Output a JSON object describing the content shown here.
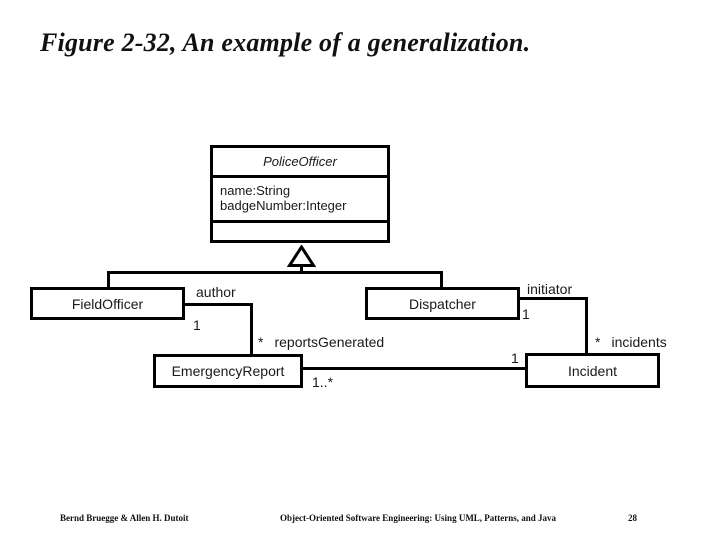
{
  "slide": {
    "title": "Figure 2-32, An example of a generalization.",
    "footer": {
      "authors": "Bernd Bruegge & Allen H. Dutoit",
      "book_title": "Object-Oriented Software Engineering: Using UML, Patterns, and Java",
      "page_number": "28"
    }
  },
  "diagram": {
    "type": "uml-class-diagram",
    "classes": {
      "police_officer": {
        "name": "PoliceOfficer",
        "attributes": [
          "name:String",
          "badgeNumber:Integer"
        ]
      },
      "field_officer": {
        "name": "FieldOfficer"
      },
      "dispatcher": {
        "name": "Dispatcher"
      },
      "emergency_report": {
        "name": "EmergencyReport"
      },
      "incident": {
        "name": "Incident"
      }
    },
    "labels": {
      "author_role": "author",
      "author_multiplicity": "1",
      "reports_multiplicity": "*",
      "reports_role": "reportsGenerated",
      "emergency_report_multiplicity": "1..*",
      "incident_link_multiplicity": "1",
      "initiator_role": "initiator",
      "initiator_multiplicity": "1",
      "incidents_multiplicity": "*",
      "incidents_role": "incidents"
    }
  }
}
